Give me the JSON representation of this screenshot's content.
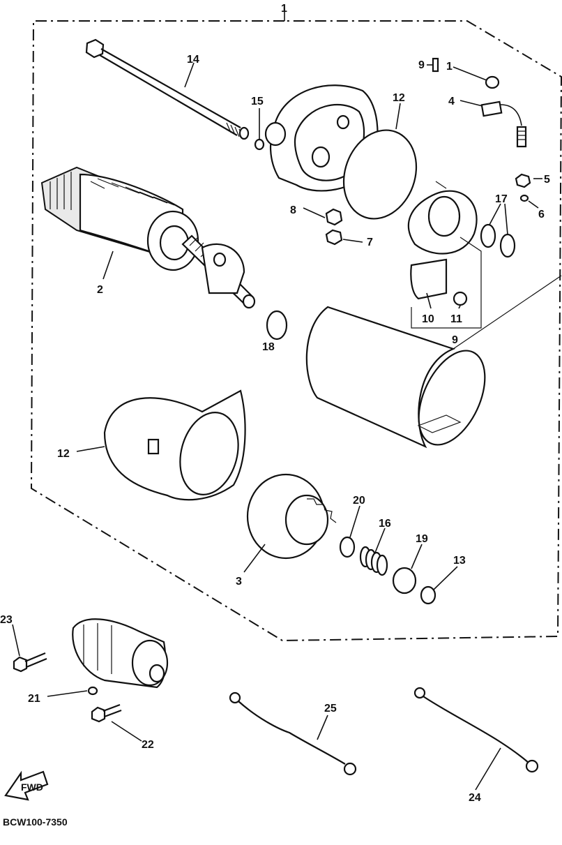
{
  "diagram_code": "BCW100-7350",
  "fwd_label": "FWD",
  "callouts": [
    {
      "id": "c1",
      "text": "1"
    },
    {
      "id": "c14",
      "text": "14"
    },
    {
      "id": "c15",
      "text": "15"
    },
    {
      "id": "c12a",
      "text": "12"
    },
    {
      "id": "c9a",
      "text": "9"
    },
    {
      "id": "c11a",
      "text": "1"
    },
    {
      "id": "c4",
      "text": "4"
    },
    {
      "id": "c5",
      "text": "5"
    },
    {
      "id": "c6",
      "text": "6"
    },
    {
      "id": "c17",
      "text": "17"
    },
    {
      "id": "c8",
      "text": "8"
    },
    {
      "id": "c7",
      "text": "7"
    },
    {
      "id": "c2",
      "text": "2"
    },
    {
      "id": "c10",
      "text": "10"
    },
    {
      "id": "c11b",
      "text": "11"
    },
    {
      "id": "c9b",
      "text": "9"
    },
    {
      "id": "c18",
      "text": "18"
    },
    {
      "id": "c12b",
      "text": "12"
    },
    {
      "id": "c20",
      "text": "20"
    },
    {
      "id": "c16",
      "text": "16"
    },
    {
      "id": "c19",
      "text": "19"
    },
    {
      "id": "c13",
      "text": "13"
    },
    {
      "id": "c3",
      "text": "3"
    },
    {
      "id": "c23",
      "text": "23"
    },
    {
      "id": "c21",
      "text": "21"
    },
    {
      "id": "c22",
      "text": "22"
    },
    {
      "id": "c25",
      "text": "25"
    },
    {
      "id": "c24",
      "text": "24"
    }
  ]
}
